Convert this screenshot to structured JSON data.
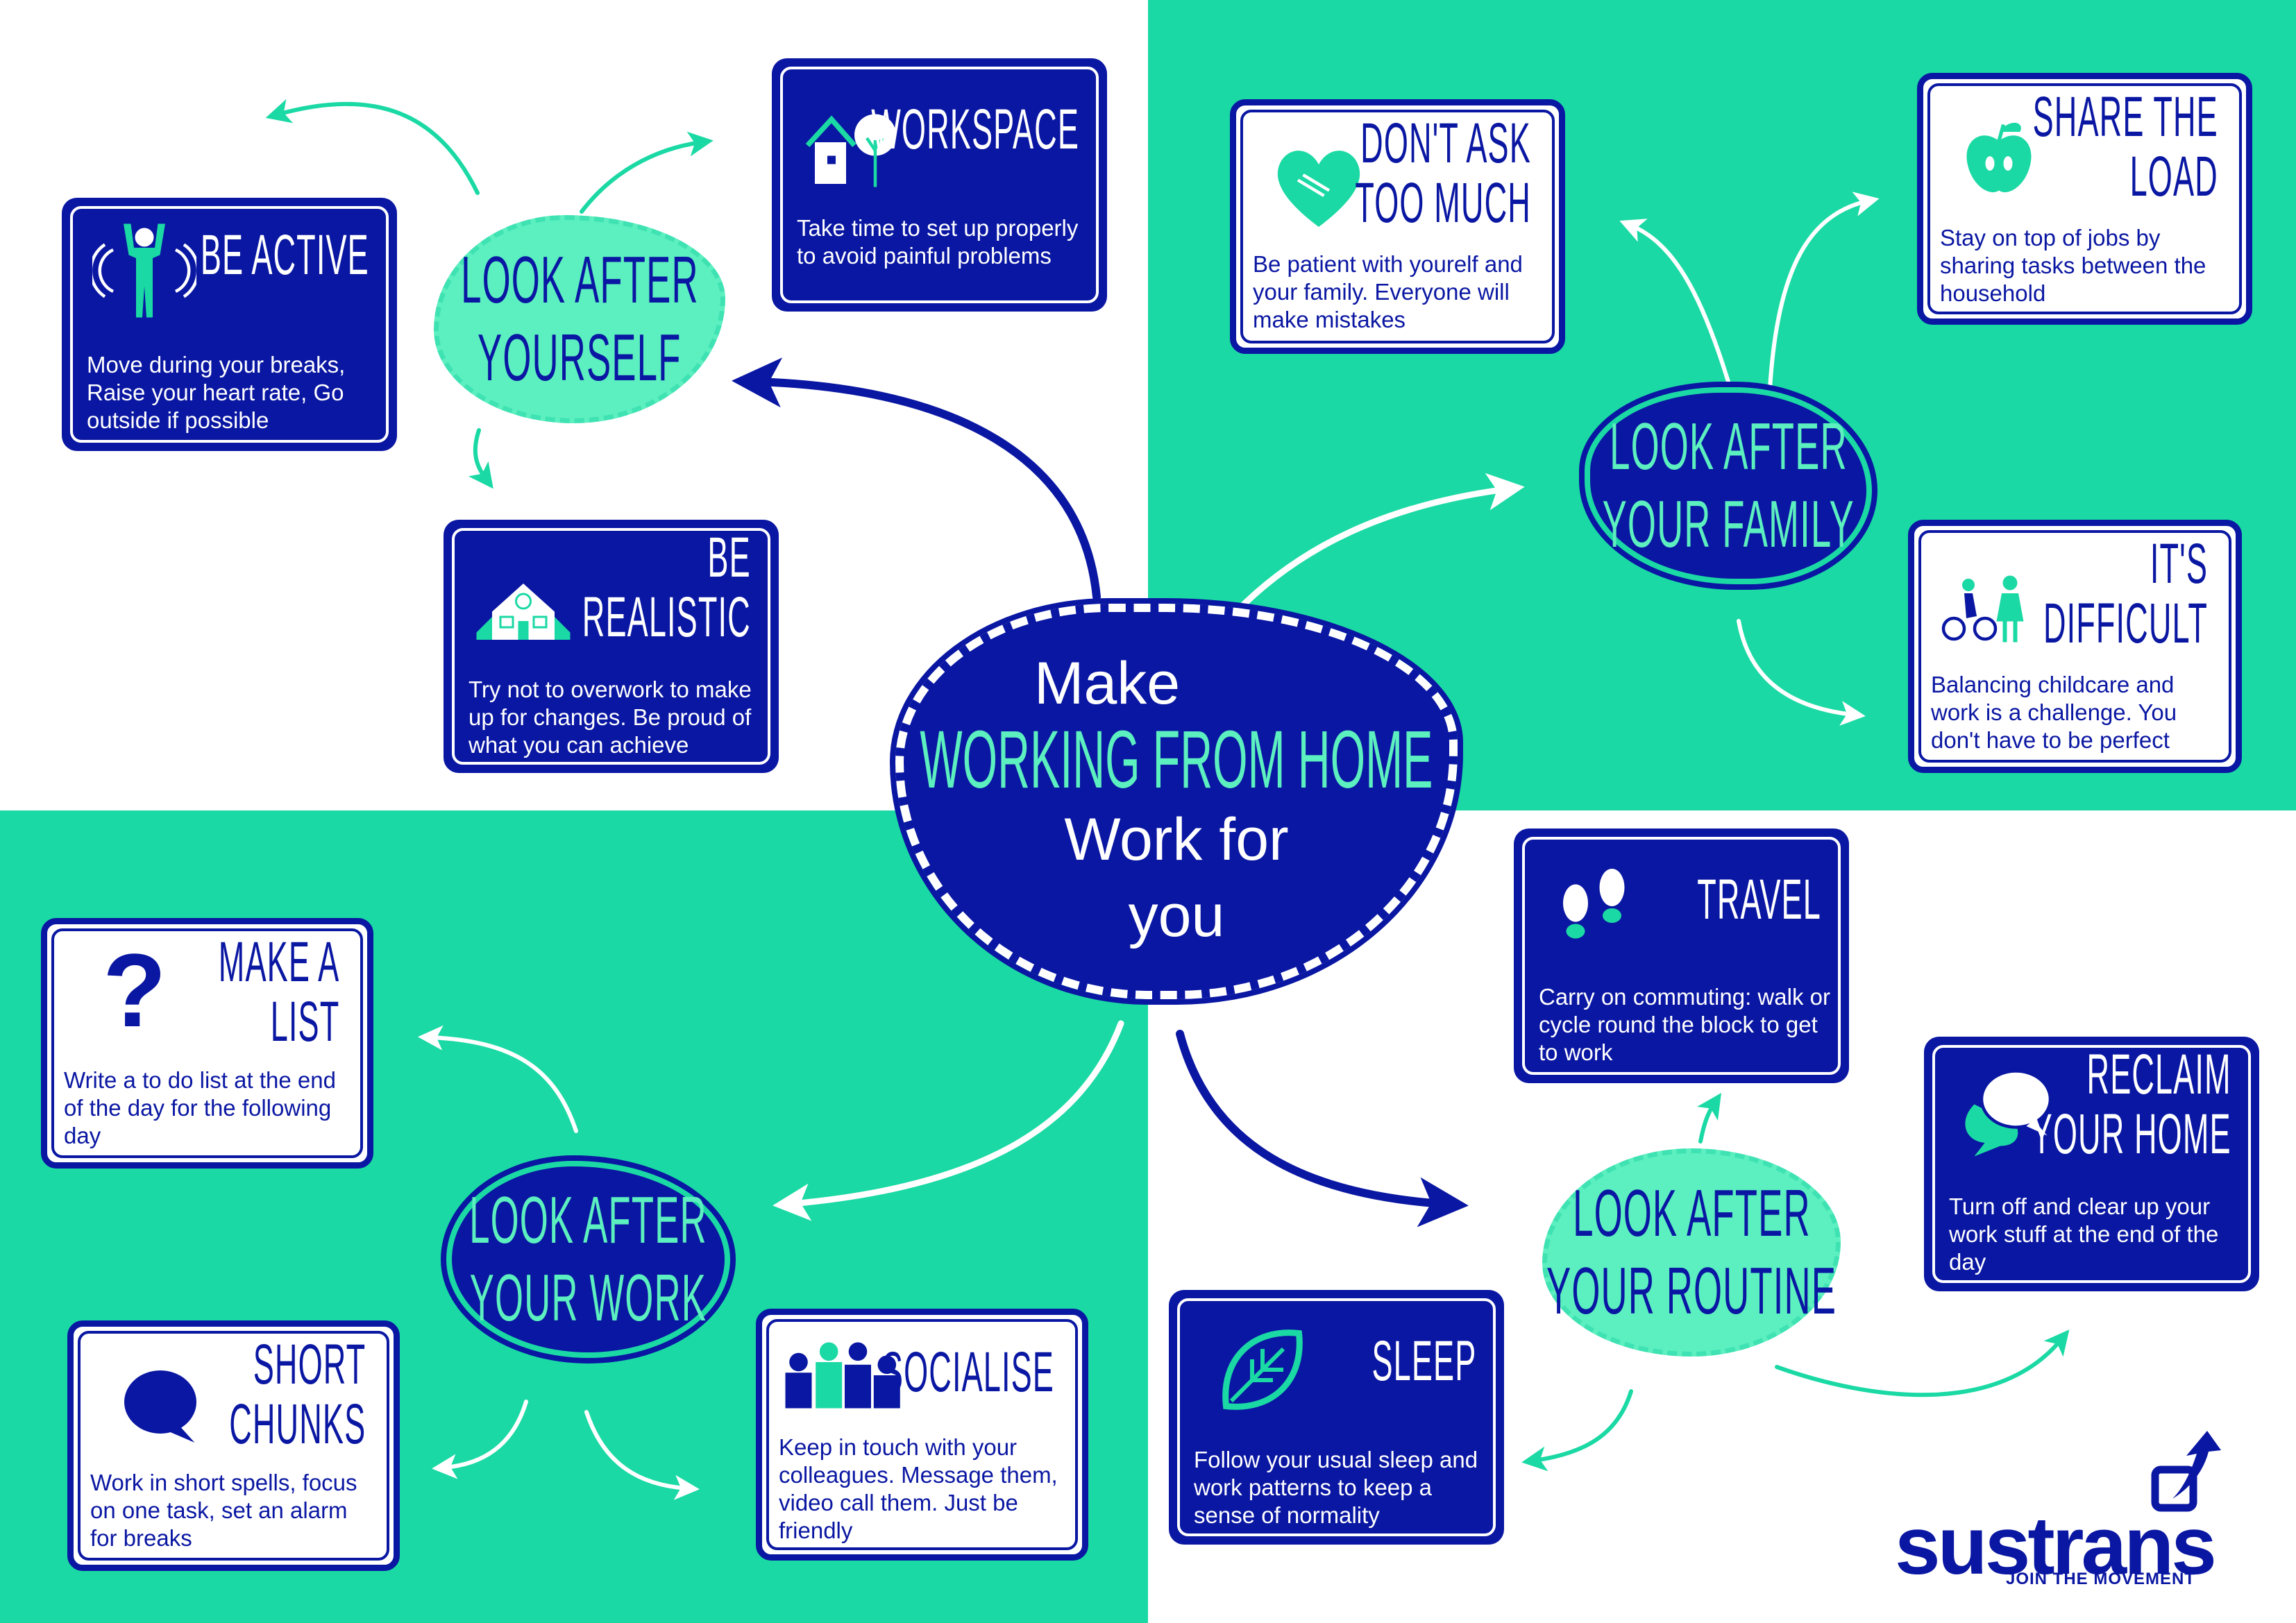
{
  "colors": {
    "navy": "#0a17a2",
    "teal": "#1bd9a4",
    "mint": "#5cefbf",
    "white": "#ffffff"
  },
  "center": {
    "line1": "Make",
    "line2": "WORKING FROM HOME",
    "line3": "Work for",
    "line4": "you"
  },
  "hubs": {
    "yourself": {
      "line1": "LOOK AFTER",
      "line2": "YOURSELF"
    },
    "family": {
      "line1": "LOOK AFTER",
      "line2": "YOUR FAMILY"
    },
    "work": {
      "line1": "LOOK AFTER",
      "line2": "YOUR WORK"
    },
    "routine": {
      "line1": "LOOK AFTER",
      "line2": "YOUR ROUTINE"
    }
  },
  "cards": {
    "be_active": {
      "title1": "BE ACTIVE",
      "title2": "",
      "body": "Move during your breaks, Raise your heart rate, Go outside if possible",
      "icon": "person-active-icon"
    },
    "workspace": {
      "title1": "WORKSPACE",
      "title2": "",
      "body": "Take time to set up properly to avoid painful problems",
      "icon": "house-tree-icon"
    },
    "be_realistic": {
      "title1": "BE",
      "title2": "REALISTIC",
      "body": "Try not to overwork to make up for changes. Be proud of what you can achieve",
      "icon": "house-clock-icon"
    },
    "dont_ask": {
      "title1": "DON'T ASK",
      "title2": "TOO MUCH",
      "body": "Be patient with yourelf and your family. Everyone will make mistakes",
      "icon": "heart-hands-icon"
    },
    "share_load": {
      "title1": "SHARE THE",
      "title2": "LOAD",
      "body": "Stay on top of jobs by sharing tasks between the household",
      "icon": "apple-icon"
    },
    "difficult": {
      "title1": "IT'S",
      "title2": "DIFFICULT",
      "body": "Balancing childcare and work is a challenge. You don't have to be perfect",
      "icon": "children-bike-icon"
    },
    "travel": {
      "title1": "TRAVEL",
      "title2": "",
      "body": "Carry on commuting: walk or cycle round the block to get to work",
      "icon": "footprints-icon"
    },
    "reclaim": {
      "title1": "RECLAIM",
      "title2": "YOUR HOME",
      "body": "Turn off and clear up your work stuff at the end of the day",
      "icon": "speech-bubbles-icon"
    },
    "sleep": {
      "title1": "SLEEP",
      "title2": "",
      "body": "Follow your usual sleep and work patterns to keep a sense of normality",
      "icon": "leaf-icon"
    },
    "make_list": {
      "title1": "MAKE A",
      "title2": "LIST",
      "body": "Write a to do list at the end of the day for the following day",
      "icon": "question-mark-icon"
    },
    "short_chunks": {
      "title1": "SHORT",
      "title2": "CHUNKS",
      "body": "Work in short spells, focus on one task, set an alarm for breaks",
      "icon": "speech-bubble-icon"
    },
    "socialise": {
      "title1": "SOCIALISE",
      "title2": "",
      "body": "Keep in touch with your colleagues. Message them, video call them. Just be friendly",
      "icon": "people-group-icon"
    }
  },
  "logo": {
    "name": "sustrans",
    "tagline": "JOIN THE MOVEMENT"
  }
}
